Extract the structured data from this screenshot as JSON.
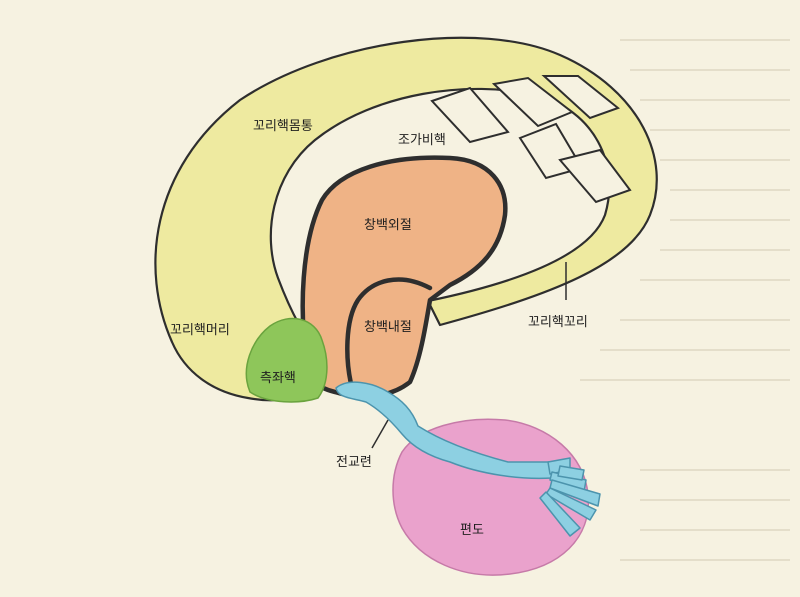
{
  "labels": {
    "caudate_body": "꼬리핵몸통",
    "claustrum": "조가비핵",
    "globus_pallidus_external": "창백외절",
    "globus_pallidus_internal": "창백내절",
    "caudate_head": "꼬리핵머리",
    "caudate_tail": "꼬리핵꼬리",
    "nucleus_accumbens": "측좌핵",
    "anterior_commissure": "전교련",
    "amygdala": "편도"
  },
  "colors": {
    "background": "#f6f2e1",
    "caudate": "#eeeaa0",
    "putamen": "#efb386",
    "accumbens": "#8ec65a",
    "amygdala": "#eaa2cc",
    "commissure": "#8dd0e2",
    "outline": "#2e2e2e"
  }
}
